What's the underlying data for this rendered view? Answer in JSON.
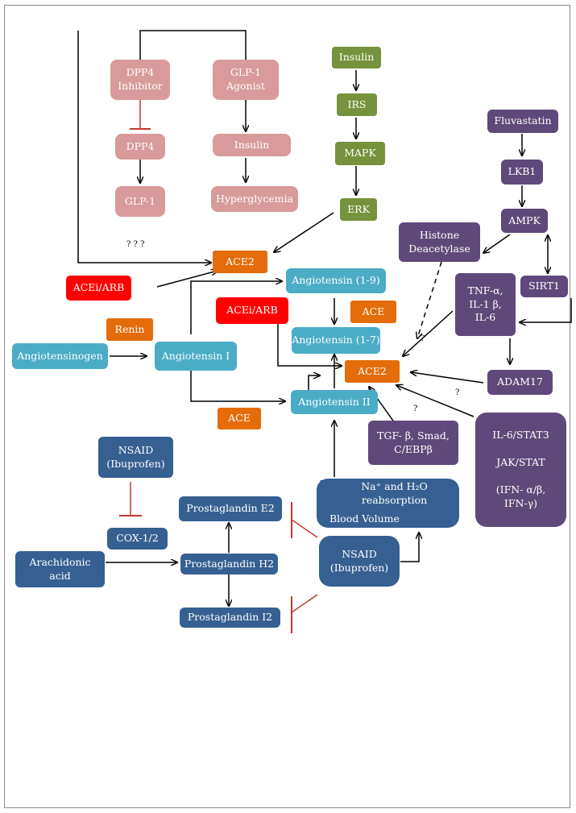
{
  "nodes": {
    "dpp4_inhibitor": "DPP4\nInhibitor",
    "glp1_agonist": "GLP-1\nAgonist",
    "dpp4": "DPP4",
    "glp1": "GLP-1",
    "insulin_pink": "Insulin",
    "hyperglycemia": "Hyperglycemia",
    "insulin_green": "Insulin",
    "irs": "IRS",
    "mapk": "MAPK",
    "erk": "ERK",
    "fluvastatin": "Fluvastatin",
    "lkb1": "LKB1",
    "ampk": "AMPK",
    "histone_deacetylase": "Histone\nDeacetylase",
    "sirt1": "SIRT1",
    "tnf_il": "TNF-α,\nIL-1 β,\nIL-6",
    "adam17": "ADAM17",
    "tgf_smad": "TGF- β, Smad,\nC/EBPβ",
    "il6_stat3": "IL-6/STAT3\n\nJAK/STAT\n\n(IFN- α/β,\nIFN-γ)",
    "ace2_top": "ACE2",
    "ace2_mid": "ACE2",
    "acei_arb_1": "ACEi/ARB",
    "acei_arb_2": "ACEi/ARB",
    "renin": "Renin",
    "ace_1": "ACE",
    "ace_2": "ACE",
    "angiotensinogen": "Angiotensinogen",
    "angiotensin_i": "Angiotensin  I",
    "angiotensin_1_9": "Angiotensin (1-9)",
    "angiotensin_1_7": "Angiotensin (1-7)",
    "angiotensin_ii": "Angiotensin II",
    "nsaid_1": "NSAID\n(Ibuprofen)",
    "cox": "COX-1/2",
    "arachidonic_acid": "Arachidonic\nacid",
    "prostaglandin_e2": "Prostaglandin E2",
    "prostaglandin_h2": "Prostaglandin H2",
    "prostaglandin_i2": "Prostaglandin I2",
    "na_line": "Na⁺ and H₂O reabsorption",
    "blood_volume": "Blood Volume",
    "nsaid_2": "NSAID\n(Ibuprofen)"
  },
  "labels": {
    "question_triple": "? ? ?",
    "question_hdac": "?",
    "question_adam": "?",
    "question_tgf": "?"
  },
  "colors": {
    "pink": "#d89a9a",
    "green": "#76923c",
    "purple": "#5f497a",
    "cyan": "#4bacc6",
    "orange": "#e46c0a",
    "red": "#ff0000",
    "navy": "#366092",
    "inhibit": "#c0392b"
  }
}
